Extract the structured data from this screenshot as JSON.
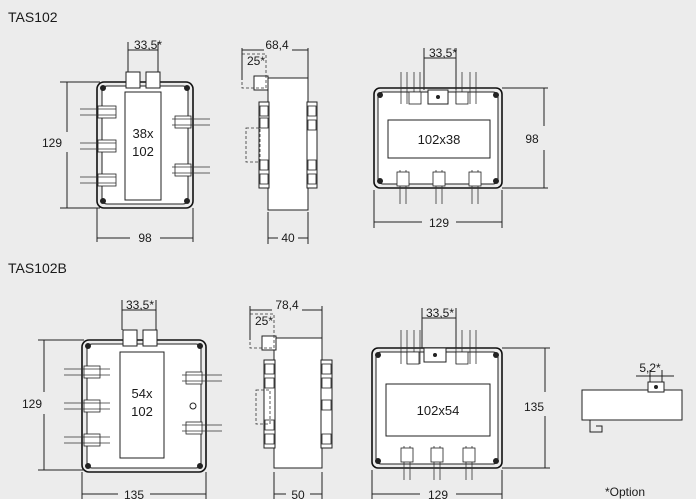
{
  "models": [
    {
      "title": "TAS102",
      "front": {
        "height_label": "129",
        "width_label": "98",
        "top_label": "33,5*",
        "window_label_1": "38x",
        "window_label_2": "102"
      },
      "side": {
        "depth_label": "68,4",
        "inner_label": "25*",
        "base_label": "40"
      },
      "top": {
        "top_label": "33,5*",
        "window_label": "102x38",
        "height_label": "98",
        "width_label": "129"
      }
    },
    {
      "title": "TAS102B",
      "front": {
        "height_label": "129",
        "width_label": "135",
        "top_label": "33,5*",
        "window_label_1": "54x",
        "window_label_2": "102"
      },
      "side": {
        "depth_label": "78,4",
        "inner_label": "25*",
        "base_label": "50"
      },
      "top": {
        "top_label": "33,5*",
        "window_label": "102x54",
        "height_label": "135",
        "width_label": "129"
      }
    }
  ],
  "option": {
    "dim_label": "5,2*",
    "note": "*Option"
  },
  "colors": {
    "background": "#ececec",
    "line": "#222222",
    "fill": "#ffffff"
  }
}
